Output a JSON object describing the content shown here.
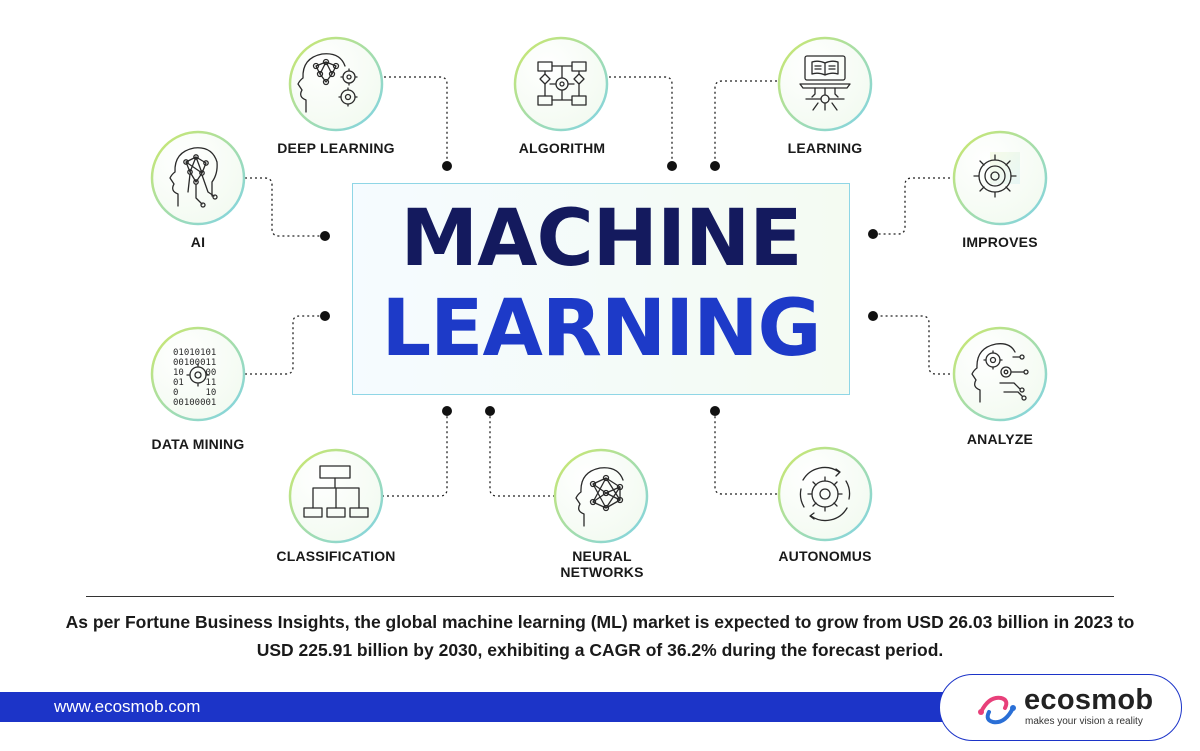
{
  "diagram": {
    "title_line1": "MACHINE",
    "title_line2": "LEARNING",
    "nodes": {
      "deep_learning": "DEEP LEARNING",
      "algorithm": "ALGORITHM",
      "learning": "LEARNING",
      "ai": "AI",
      "improves": "IMPROVES",
      "data_mining": "DATA MINING",
      "analyze": "ANALYZE",
      "classification": "CLASSIFICATION",
      "neural_networks": "NEURAL\nNETWORKS",
      "autonomus": "AUTONOMUS"
    },
    "icons": {
      "deep_learning": "head-brain-gears-icon",
      "algorithm": "flowchart-gear-icon",
      "learning": "laptop-book-icon",
      "ai": "head-network-icon",
      "improves": "gear-icon",
      "data_mining": "binary-gear-icon",
      "analyze": "head-gears-circuit-icon",
      "classification": "hierarchy-icon",
      "neural_networks": "head-neural-network-icon",
      "autonomus": "gear-cycle-icon"
    },
    "binary_text": [
      "01010101",
      "00100011",
      "10    00",
      "01    11",
      "0     10",
      "00100001"
    ]
  },
  "footnote": "As per Fortune Business Insights, the global machine learning (ML) market is expected to grow from USD 26.03 billion in 2023 to USD 225.91 billion by 2030, exhibiting a CAGR of 36.2% during the forecast period.",
  "footer": {
    "url": "www.ecosmob.com",
    "logo_name": "ecosmob",
    "logo_tagline": "makes your vision a reality"
  },
  "colors": {
    "title_dark": "#141a5e",
    "title_blue": "#1d3ac8",
    "footer_bar": "#1c34c8",
    "circle_border_green": "#c6e96a",
    "circle_border_cyan": "#7fd3e8",
    "logo_pink": "#e8407a",
    "logo_blue": "#2a6fd6"
  }
}
